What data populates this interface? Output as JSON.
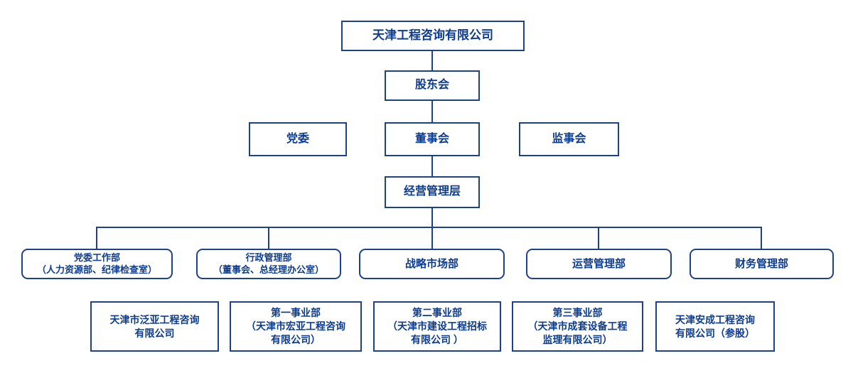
{
  "colors": {
    "line": "#1d4289",
    "text": "#0d3c8e",
    "background": "#ffffff"
  },
  "nodes": {
    "root": {
      "label": "天津工程咨询有限公司"
    },
    "shareholders": {
      "label": "股东会"
    },
    "party_committee": {
      "label": "党委"
    },
    "board": {
      "label": "董事会"
    },
    "supervisory_board": {
      "label": "监事会"
    },
    "management": {
      "label": "经营管理层"
    }
  },
  "departments": [
    {
      "lines": [
        "党委工作部",
        "（人力资源部、纪律检查室）"
      ]
    },
    {
      "lines": [
        "行政管理部",
        "（董事会、总经理办公室）"
      ]
    },
    {
      "lines": [
        "战略市场部"
      ]
    },
    {
      "lines": [
        "运营管理部"
      ]
    },
    {
      "lines": [
        "财务管理部"
      ]
    }
  ],
  "subsidiaries": [
    {
      "lines": [
        "天津市泛亚工程咨询",
        "有限公司"
      ]
    },
    {
      "lines": [
        "第一事业部",
        "（天津市宏亚工程咨询",
        "有限公司）"
      ]
    },
    {
      "lines": [
        "第二事业部",
        "（天津市建设工程招标",
        "有限公司 ）"
      ]
    },
    {
      "lines": [
        "第三事业部",
        "（天津市成套设备工程",
        "监理有限公司）"
      ]
    },
    {
      "lines": [
        "天津安成工程咨询",
        "有限公司（参股）"
      ]
    }
  ]
}
